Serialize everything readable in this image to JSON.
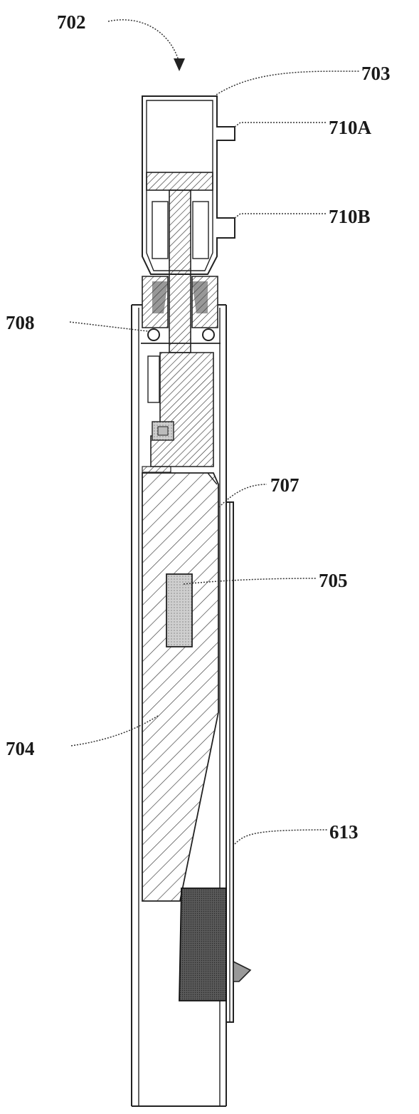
{
  "figure": {
    "labels": {
      "assembly": "702",
      "cap": "703",
      "upper_notch": "710A",
      "lower_notch": "710B",
      "bearing": "708",
      "wedge_gap": "707",
      "sensor": "705",
      "body": "704",
      "side_rail": "613"
    },
    "colors": {
      "ink": "#222222",
      "dark_fill": "#555555",
      "sensor_fill": "#d8d8d8"
    }
  }
}
